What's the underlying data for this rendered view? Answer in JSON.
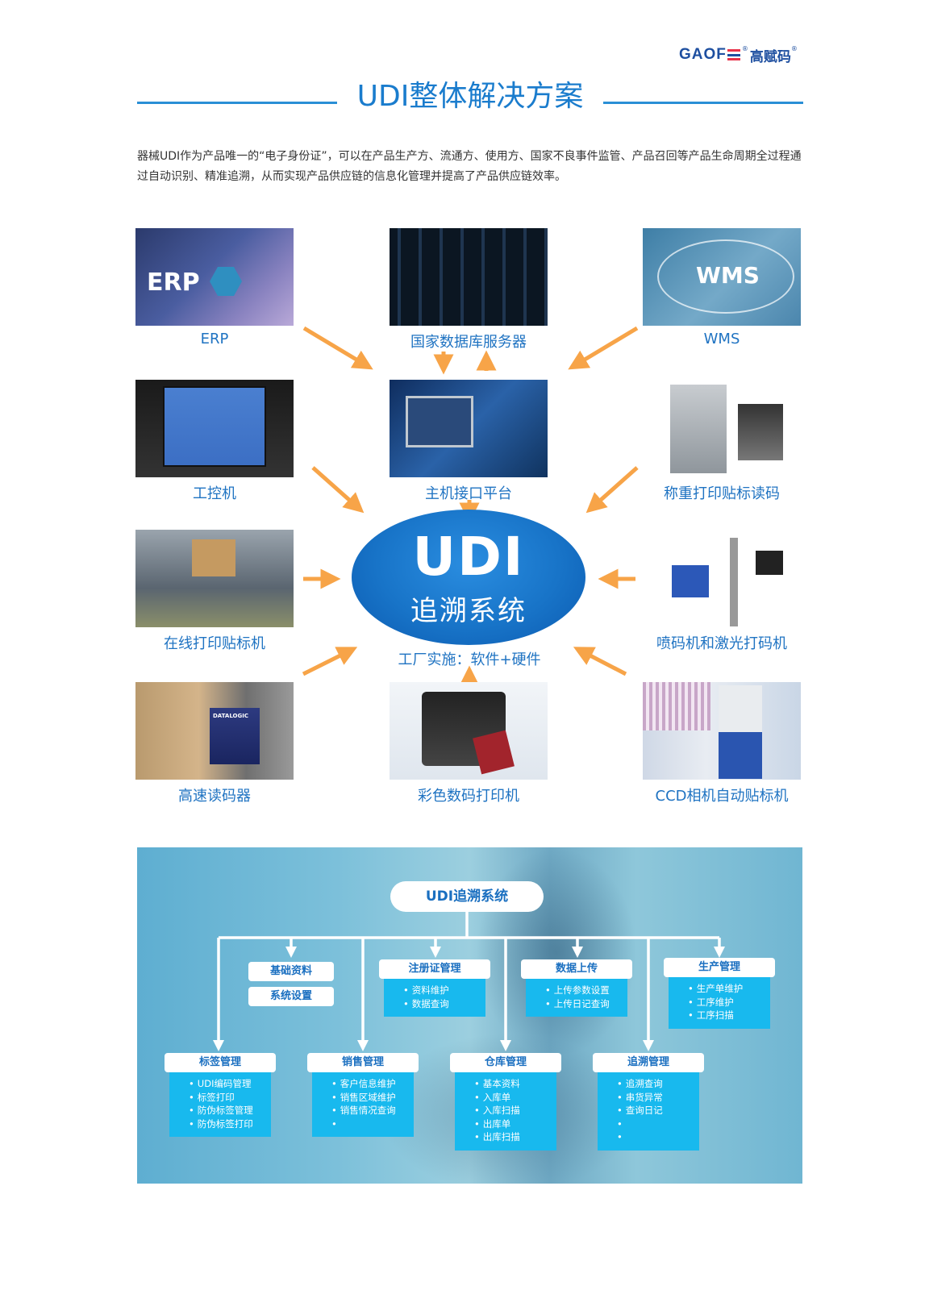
{
  "brand": {
    "logo_en": "GAOF",
    "logo_cn": "高赋码",
    "registered": "®",
    "colors": {
      "brand_blue": "#1e4fa0",
      "brand_red": "#e8334a"
    }
  },
  "header": {
    "title": "UDI整体解决方案",
    "intro": "器械UDI作为产品唯一的“电子身份证”，可以在产品生产方、流通方、使用方、国家不良事件监管、产品召回等产品生命周期全过程通过自动识别、精准追溯，从而实现产品供应链的信息化管理并提高了产品供应链效率。"
  },
  "diagram": {
    "center": {
      "title": "UDI",
      "subtitle": "追溯系统",
      "note": "工厂实施：软件+硬件"
    },
    "nodes": [
      {
        "id": "erp",
        "label": "ERP",
        "image_text": "ERP"
      },
      {
        "id": "national-db",
        "label": "国家数据库服务器"
      },
      {
        "id": "wms",
        "label": "WMS",
        "image_text": "WMS"
      },
      {
        "id": "ipc",
        "label": "工控机"
      },
      {
        "id": "host-interface",
        "label": "主机接口平台"
      },
      {
        "id": "weigh-print",
        "label": "称重打印贴标读码"
      },
      {
        "id": "online-labeler",
        "label": "在线打印贴标机"
      },
      {
        "id": "inkjet-laser",
        "label": "喷码机和激光打码机"
      },
      {
        "id": "reader",
        "label": "高速读码器",
        "image_text": "DATALOGIC"
      },
      {
        "id": "color-printer",
        "label": "彩色数码打印机"
      },
      {
        "id": "ccd-labeler",
        "label": "CCD相机自动贴标机"
      }
    ],
    "colors": {
      "arrow": "#f7a448",
      "caption": "#1f73c2",
      "ellipse": "#1874c8"
    }
  },
  "system": {
    "root": "UDI追溯系统",
    "top_modules": [
      {
        "title": "基础资料",
        "extra": "系统设置",
        "items": []
      },
      {
        "title": "注册证管理",
        "items": [
          "资料维护",
          "数据查询"
        ]
      },
      {
        "title": "数据上传",
        "items": [
          "上传参数设置",
          "上传日记查询"
        ]
      },
      {
        "title": "生产管理",
        "items": [
          "生产单维护",
          "工序维护",
          "工序扫描"
        ]
      }
    ],
    "bottom_modules": [
      {
        "title": "标签管理",
        "items": [
          "UDI编码管理",
          "标签打印",
          "防伪标签管理",
          "防伪标签打印"
        ]
      },
      {
        "title": "销售管理",
        "items": [
          "客户信息维护",
          "销售区域维护",
          "销售情况查询"
        ]
      },
      {
        "title": "仓库管理",
        "items": [
          "基本资料",
          "入库单",
          "入库扫描",
          "出库单",
          "出库扫描"
        ]
      },
      {
        "title": "追溯管理",
        "items": [
          "追溯查询",
          "串货异常",
          "查询日记"
        ]
      }
    ],
    "colors": {
      "module_body": "#18b9ee",
      "module_title": "#1a6fc0"
    }
  }
}
